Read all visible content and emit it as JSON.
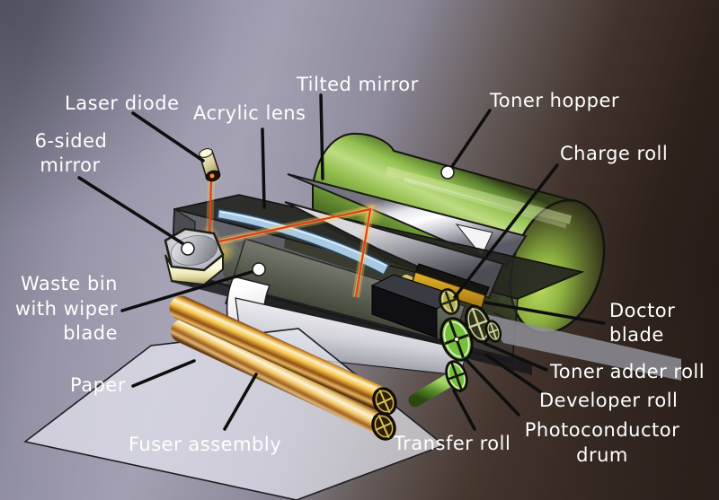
{
  "labels": {
    "laser_diode": {
      "text": "Laser diode"
    },
    "tilted_mirror": {
      "text": "Tilted mirror"
    },
    "acrylic_lens": {
      "text": "Acrylic lens"
    },
    "toner_hopper": {
      "text": "Toner hopper"
    },
    "six_sided_mirror": {
      "line1": "6-sided",
      "line2": "mirror"
    },
    "charge_roll": {
      "text": "Charge roll"
    },
    "waste_bin": {
      "line1": "Waste bin",
      "line2": "with wiper",
      "line3": "blade"
    },
    "doctor_blade": {
      "line1": "Doctor",
      "line2": "blade"
    },
    "paper": {
      "text": "Paper"
    },
    "fuser_assembly": {
      "text": "Fuser assembly"
    },
    "transfer_roll": {
      "text": "Transfer roll"
    },
    "toner_adder_roll": {
      "text": "Toner adder roll"
    },
    "developer_roll": {
      "text": "Developer roll"
    },
    "photoconductor_drum": {
      "line1": "Photoconductor",
      "line2": "drum"
    }
  },
  "colors": {
    "background_left": "#a19fb1",
    "background_right": "#241a15",
    "toner_hopper_green": "#8fc24a",
    "laser_beam_red": "#e03c1e",
    "acrylic_lens_blue": "#a9c9e2",
    "fuser_roller_gold": "#f6c24a",
    "roller_wheel_green": "#74c13e",
    "mirror_silver": "#d0d0d8",
    "doctor_blade_yellow": "#d9a81f",
    "label_text": "#ffffff",
    "leader_line": "#0e0e0e"
  }
}
